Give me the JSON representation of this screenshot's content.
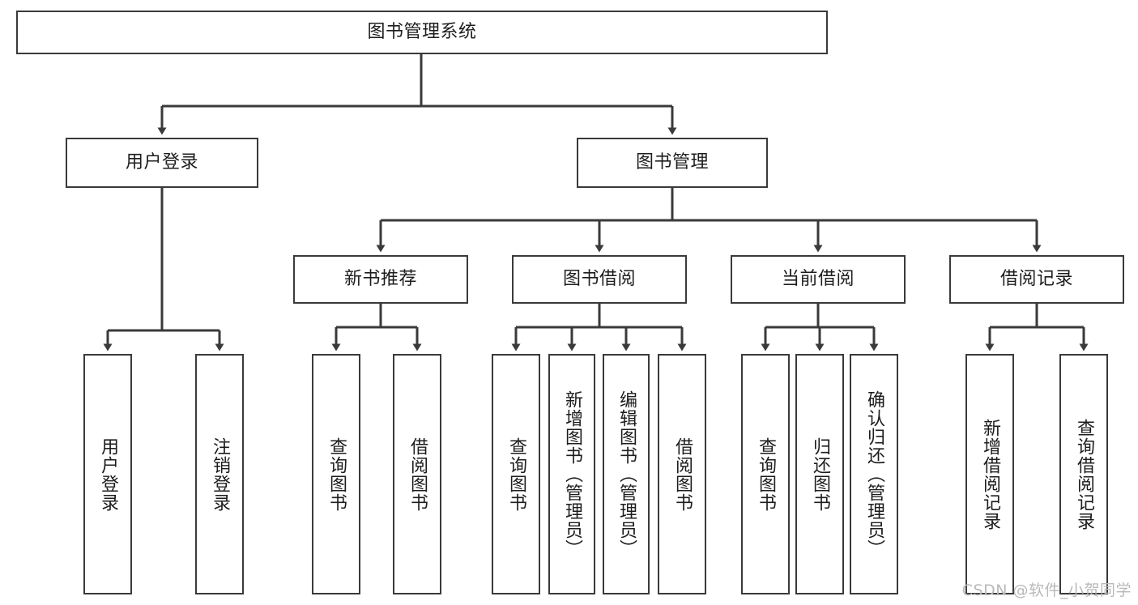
{
  "diagram": {
    "title_text": "图书管理系统",
    "watermark": "CSDN @软件_小贺同学",
    "line_color": "#3a3a3a",
    "background_color": "#ffffff",
    "text_color": "#1d1d1d",
    "watermark_color": "#b9b9b9",
    "nodes": {
      "root": "图书管理系统",
      "level2": [
        "用户登录",
        "图书管理"
      ],
      "level3": [
        "新书推荐",
        "图书借阅",
        "当前借阅",
        "借阅记录"
      ],
      "leaves_user_login": [
        "用户登录",
        "注销登录"
      ],
      "leaves_new_book": [
        "查询图书",
        "借阅图书"
      ],
      "leaves_book_borrow": [
        "查询图书",
        "新增图书（管理员）",
        "编辑图书（管理员）",
        "借阅图书"
      ],
      "leaves_current_borrow": [
        "查询图书",
        "归还图书",
        "确认归还（管理员）"
      ],
      "leaves_borrow_record": [
        "新增借阅记录",
        "查询借阅记录"
      ]
    }
  }
}
